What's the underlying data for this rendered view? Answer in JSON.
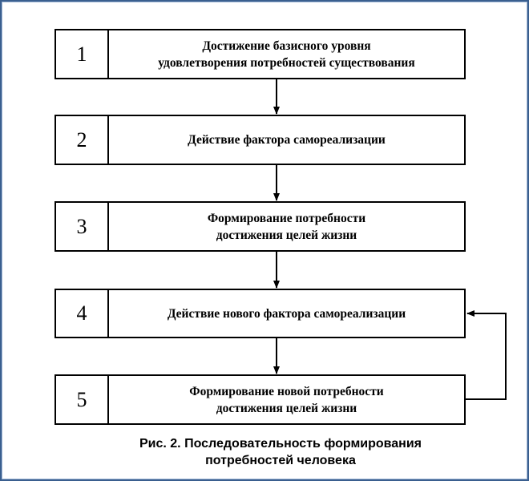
{
  "steps": [
    {
      "number": "1",
      "text": "Достижение базисного уровня\nудовлетворения потребностей существования"
    },
    {
      "number": "2",
      "text": "Действие фактора самореализации"
    },
    {
      "number": "3",
      "text": "Формирование потребности\nдостижения целей жизни"
    },
    {
      "number": "4",
      "text": "Действие нового фактора самореализации"
    },
    {
      "number": "5",
      "text": "Формирование новой потребности\nдостижения целей жизни"
    }
  ],
  "caption": {
    "line1": "Рис. 2. Последовательность формирования",
    "line2": "потребностей человека"
  }
}
